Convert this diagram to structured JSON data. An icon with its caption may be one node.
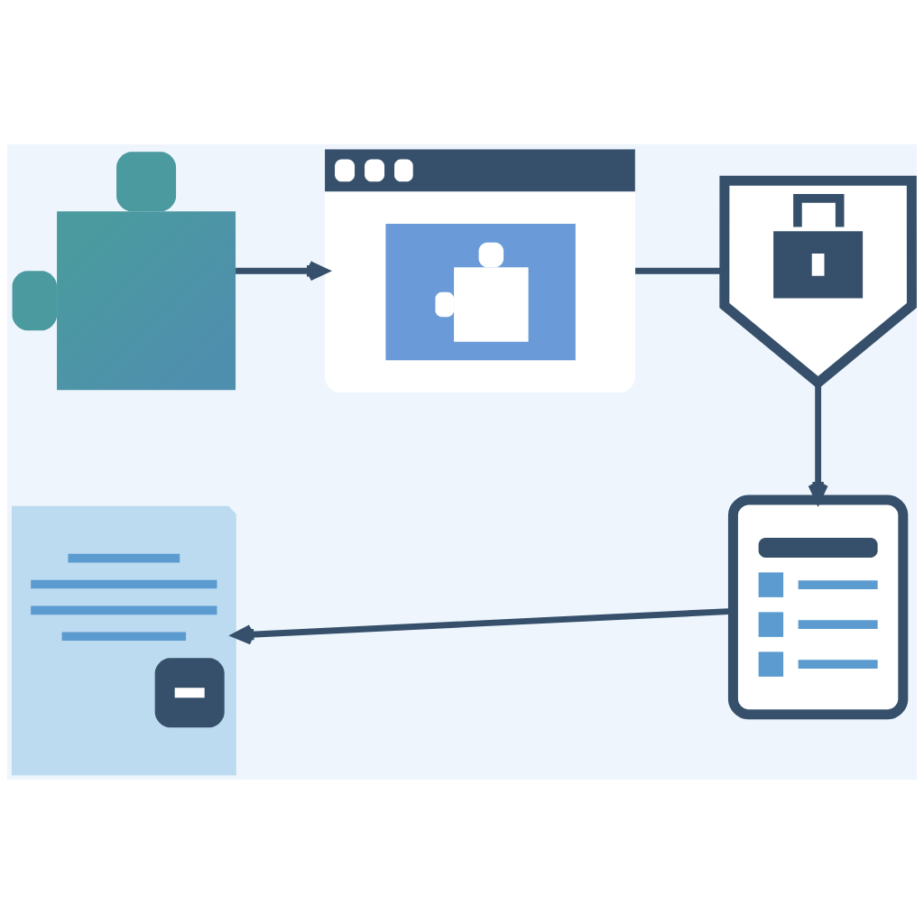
{
  "diagram": {
    "nodes": [
      {
        "text": [],
        "shape": "picture"
      },
      {
        "text": [],
        "shape": "picture"
      },
      {
        "text": [],
        "shape": "picture"
      },
      {
        "text": [],
        "shape": "picture"
      },
      {
        "text": [],
        "shape": "picture"
      }
    ],
    "edges": [
      {
        "from": 0,
        "to": 1,
        "arrow": "to"
      },
      {
        "from": 1,
        "to": 2,
        "arrow": "none"
      },
      {
        "from": 2,
        "to": 3,
        "arrow": "to"
      },
      {
        "from": 3,
        "to": 4,
        "arrow": "to"
      }
    ]
  }
}
